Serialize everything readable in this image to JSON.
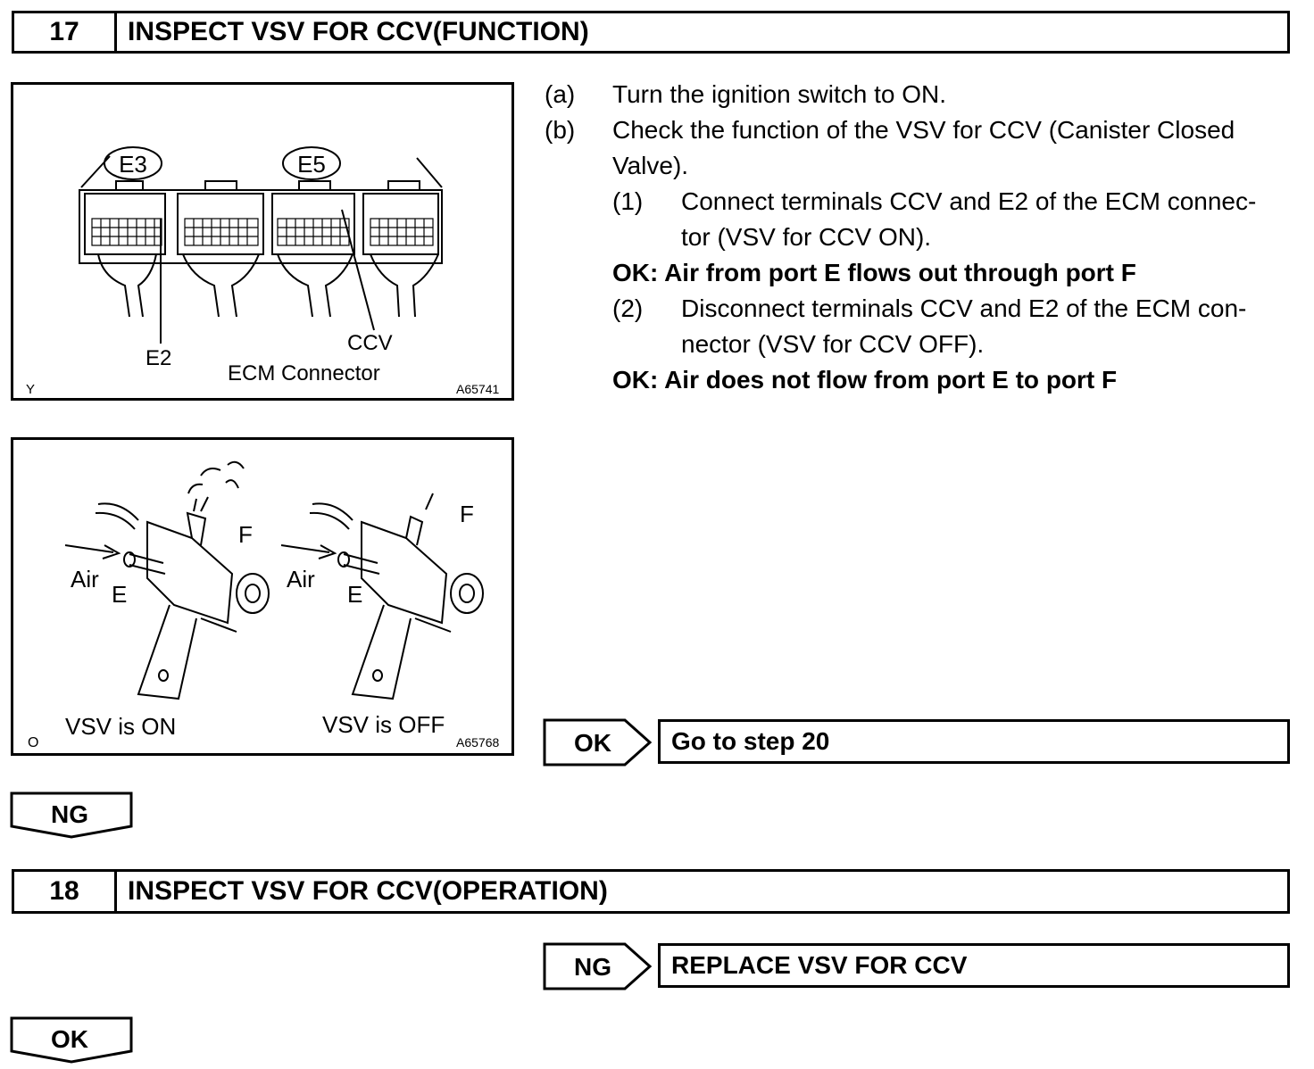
{
  "step17": {
    "number": "17",
    "title": "INSPECT VSV FOR CCV(FUNCTION)"
  },
  "figure1": {
    "labels": {
      "e3": "E3",
      "e5": "E5",
      "e2": "E2",
      "ccv": "CCV",
      "caption": "ECM Connector",
      "corner": "Y",
      "code": "A65741"
    }
  },
  "figure2": {
    "labels": {
      "air1": "Air",
      "e1": "E",
      "f1": "F",
      "air2": "Air",
      "e2": "E",
      "f2": "F",
      "on": "VSV is ON",
      "off": "VSV is OFF",
      "corner": "O",
      "code": "A65768"
    }
  },
  "instructions": {
    "a_label": "(a)",
    "a_text": "Turn the ignition switch to ON.",
    "b_label": "(b)",
    "b_text_line1": "Check the function of the VSV for CCV (Canister Closed",
    "b_text_line2": "Valve).",
    "s1_label": "(1)",
    "s1_line1": "Connect terminals CCV and E2 of the ECM connec-",
    "s1_line2": "tor (VSV for CCV ON).",
    "ok1": "OK: Air from port E flows out through port F",
    "s2_label": "(2)",
    "s2_line1": "Disconnect terminals CCV and E2 of the ECM con-",
    "s2_line2": "nector (VSV for CCV OFF).",
    "ok2": "OK: Air does not flow from port E to port F"
  },
  "result17": {
    "tag": "OK",
    "text": "Go to step 20"
  },
  "branch17": {
    "tag": "NG"
  },
  "step18": {
    "number": "18",
    "title": "INSPECT VSV FOR CCV(OPERATION)"
  },
  "result18": {
    "tag": "NG",
    "text": "REPLACE VSV FOR CCV"
  },
  "branch18": {
    "tag": "OK"
  }
}
